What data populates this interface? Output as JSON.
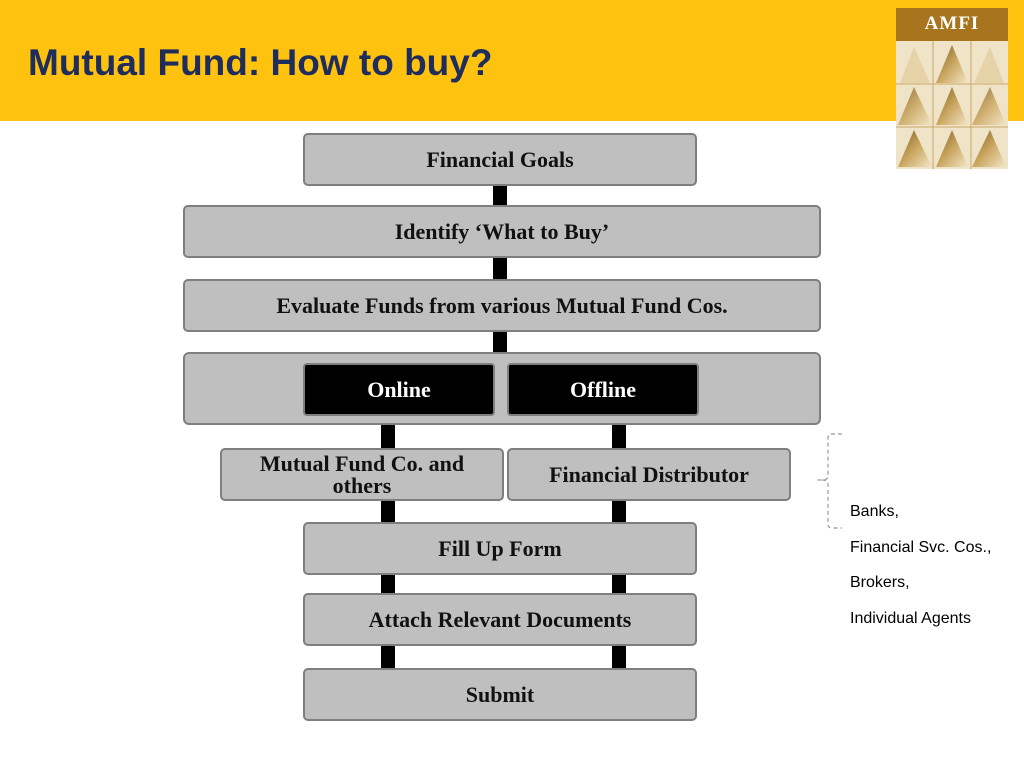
{
  "slide": {
    "title": "Mutual Fund: How to buy?"
  },
  "logo": {
    "text": "AMFI"
  },
  "flow": {
    "financial_goals": "Financial Goals",
    "identify": "Identify ‘What to Buy’",
    "evaluate": "Evaluate Funds from various Mutual Fund Cos.",
    "online": "Online",
    "offline": "Offline",
    "mutual_fund_co": "Mutual Fund Co. and others",
    "financial_distributor": "Financial Distributor",
    "fill_up_form": "Fill Up Form",
    "attach_documents": "Attach Relevant Documents",
    "submit": "Submit"
  },
  "distributors": {
    "items": [
      "Banks,",
      "Financial Svc. Cos.,",
      "Brokers,",
      "Individual Agents"
    ]
  },
  "colors": {
    "header": "#FFC20E",
    "title": "#1F2D5C",
    "box_fill": "#BFBFBF",
    "box_border": "#7F7F7F",
    "dark_box": "#000000"
  }
}
